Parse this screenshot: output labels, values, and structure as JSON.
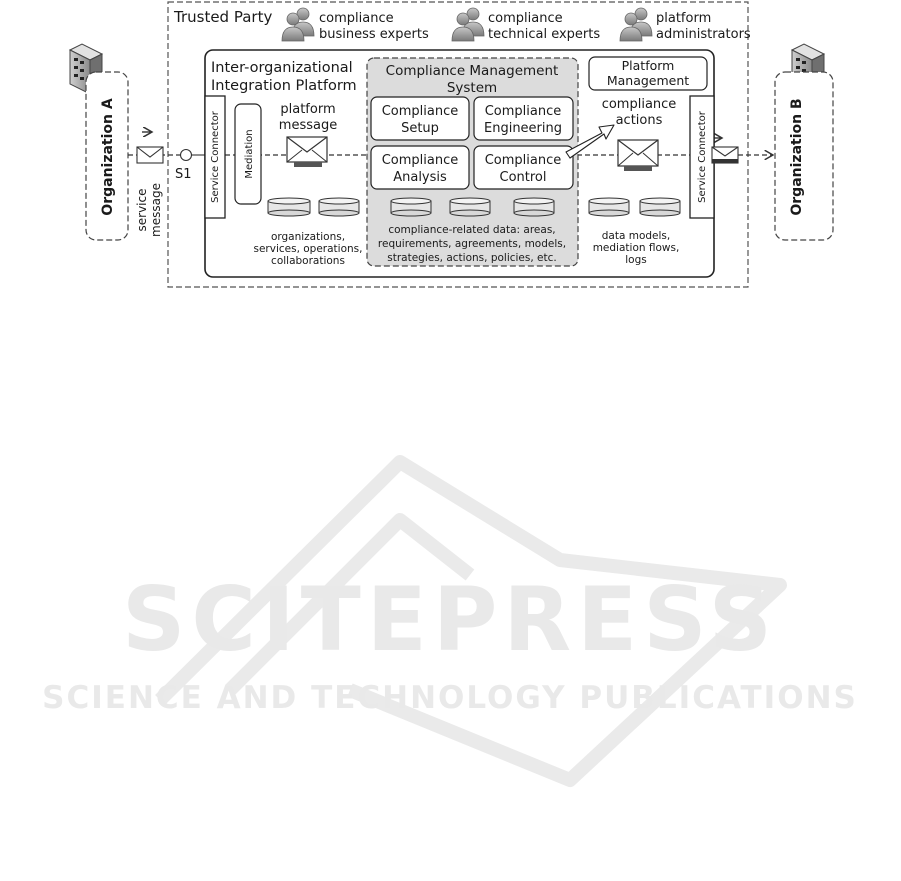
{
  "trusted_party": {
    "label": "Trusted Party",
    "roles": [
      {
        "line1": "compliance",
        "line2": "business experts"
      },
      {
        "line1": "compliance",
        "line2": "technical experts"
      },
      {
        "line1": "platform",
        "line2": "administrators"
      }
    ]
  },
  "organizations": {
    "a": "Organization A",
    "b": "Organization B"
  },
  "service_message": {
    "line1": "service",
    "line2": "message"
  },
  "interface_label": "S1",
  "platform": {
    "title_line1": "Inter-organizational",
    "title_line2": "Integration Platform",
    "connector_left": "Service Connector",
    "connector_right": "Service Connector",
    "mediation": "Mediation",
    "platform_message": {
      "line1": "platform",
      "line2": "message"
    },
    "data_left": {
      "line1": "organizations,",
      "line2": "services, operations,",
      "line3": "collaborations"
    },
    "data_right": {
      "line1": "data models,",
      "line2": "mediation flows,",
      "line3": "logs"
    },
    "management": {
      "line1": "Platform",
      "line2": "Management"
    },
    "compliance_actions": {
      "line1": "compliance",
      "line2": "actions"
    }
  },
  "cms": {
    "title_line1": "Compliance Management",
    "title_line2": "System",
    "modules": [
      {
        "line1": "Compliance",
        "line2": "Setup"
      },
      {
        "line1": "Compliance",
        "line2": "Engineering"
      },
      {
        "line1": "Compliance",
        "line2": "Analysis"
      },
      {
        "line1": "Compliance",
        "line2": "Control"
      }
    ],
    "data": {
      "line1": "compliance-related data: areas,",
      "line2": "requirements, agreements, models,",
      "line3": "strategies, actions, policies, etc."
    }
  },
  "watermark": {
    "brand": "SCITEPRESS",
    "tagline": "SCIENCE AND TECHNOLOGY PUBLICATIONS"
  }
}
